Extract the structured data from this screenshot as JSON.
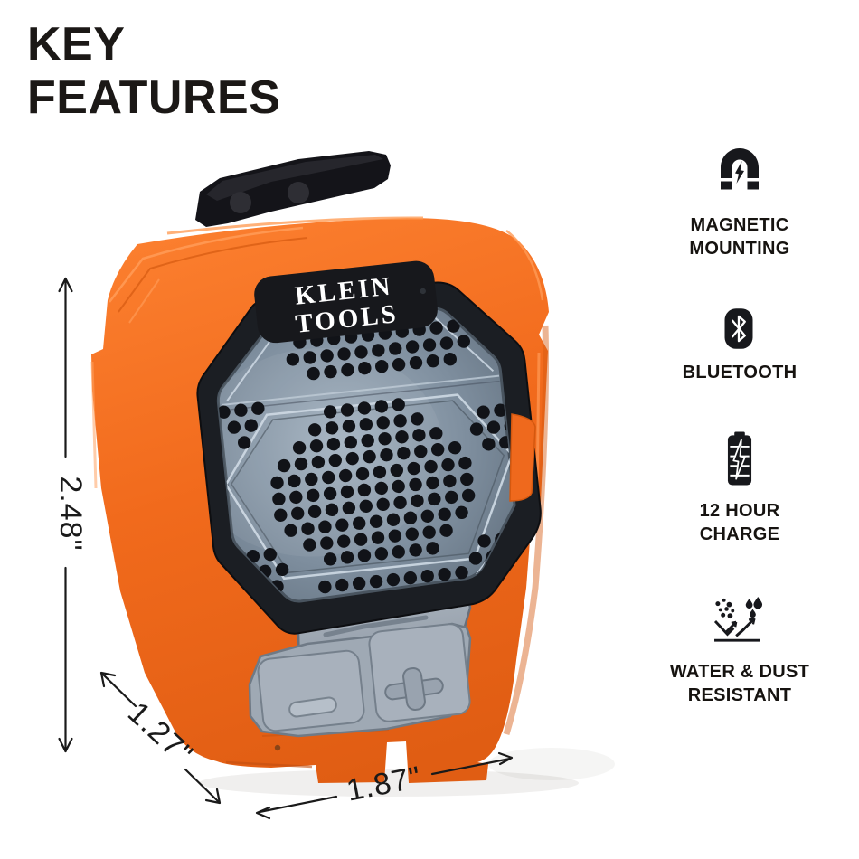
{
  "title": {
    "line1": "KEY",
    "line2": "FEATURES"
  },
  "device": {
    "brand_line1": "KLEIN",
    "brand_line2": "TOOLS",
    "parts": {
      "clip_icon": "belt-clip",
      "speaker_grille_icon": "perforated-grille",
      "ptt_button_icon": "ribbed-talk-button",
      "volume_minus_icon": "minus-glyph",
      "volume_plus_icon": "plus-glyph"
    }
  },
  "dimensions": {
    "height_label": "2.48\"",
    "depth_label": "1.27\"",
    "width_label": "1.87\""
  },
  "features": [
    {
      "icon": "magnet-icon",
      "lines": [
        "MAGNETIC",
        "MOUNTING"
      ]
    },
    {
      "icon": "bluetooth-icon",
      "lines": [
        "BLUETOOTH",
        ""
      ]
    },
    {
      "icon": "battery-charge-icon",
      "lines": [
        "12 HOUR",
        "CHARGE"
      ]
    },
    {
      "icon": "water-dust-icon",
      "lines": [
        "WATER & DUST",
        "RESISTANT"
      ]
    }
  ],
  "colors": {
    "brand_orange": "#F26A1C",
    "grille_gray": "#8595A6",
    "button_gray": "#9FA9B4",
    "ink_black": "#17181C",
    "background": "#FFFFFF"
  }
}
